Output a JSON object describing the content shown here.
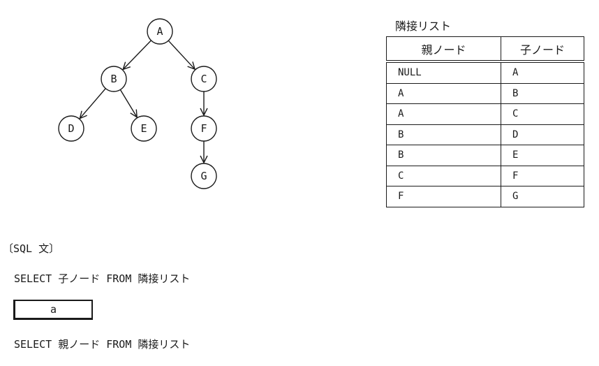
{
  "tree": {
    "nodes": [
      {
        "id": "A",
        "label": "A"
      },
      {
        "id": "B",
        "label": "B"
      },
      {
        "id": "C",
        "label": "C"
      },
      {
        "id": "D",
        "label": "D"
      },
      {
        "id": "E",
        "label": "E"
      },
      {
        "id": "F",
        "label": "F"
      },
      {
        "id": "G",
        "label": "G"
      }
    ],
    "edges": [
      {
        "from": "A",
        "to": "B"
      },
      {
        "from": "A",
        "to": "C"
      },
      {
        "from": "B",
        "to": "D"
      },
      {
        "from": "B",
        "to": "E"
      },
      {
        "from": "C",
        "to": "F"
      },
      {
        "from": "F",
        "to": "G"
      }
    ]
  },
  "table": {
    "title": "隣接リスト",
    "headers": [
      "親ノード",
      "子ノード"
    ],
    "rows": [
      [
        "NULL",
        "A"
      ],
      [
        "A",
        "B"
      ],
      [
        "A",
        "C"
      ],
      [
        "B",
        "D"
      ],
      [
        "B",
        "E"
      ],
      [
        "C",
        "F"
      ],
      [
        "F",
        "G"
      ]
    ]
  },
  "sql": {
    "label": "〔SQL 文〕",
    "line1": "SELECT 子ノード FROM 隣接リスト",
    "blank": "a",
    "line2": "SELECT 親ノード FROM 隣接リスト"
  }
}
